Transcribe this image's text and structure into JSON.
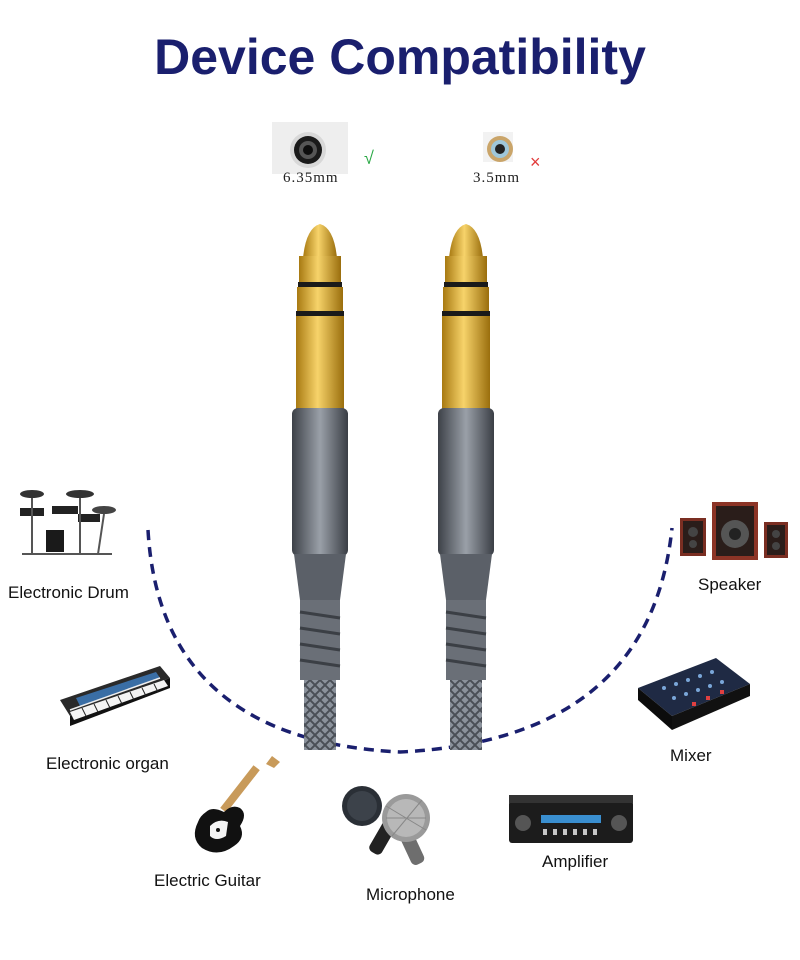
{
  "title": "Device Compatibility",
  "jacks": {
    "large": {
      "label": "6.35mm",
      "mark": "√",
      "mark_color": "#2aa845"
    },
    "small": {
      "label": "3.5mm",
      "mark": "×",
      "mark_color": "#e23b3b"
    }
  },
  "devices": {
    "drum": "Electronic Drum",
    "organ": "Electronic organ",
    "guitar": "Electric Guitar",
    "microphone": "Microphone",
    "amplifier": "Amplifier",
    "mixer": "Mixer",
    "speaker": "Speaker"
  },
  "colors": {
    "title": "#1a1f6e",
    "arc": "#1a1f6e",
    "gold": "#d9a623",
    "metal": "#6b7078"
  }
}
